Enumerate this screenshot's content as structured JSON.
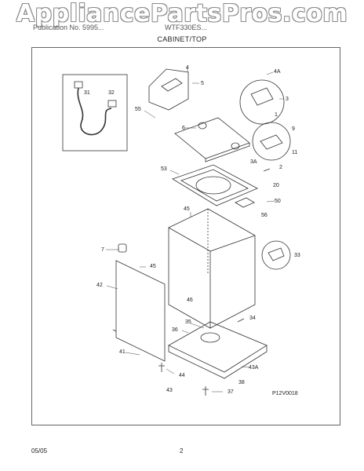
{
  "watermark": "AppliancePartsPros.com",
  "header": {
    "left": "Publication No. 5995...",
    "right": "WTF330ES...",
    "section": "CABINET/TOP"
  },
  "callouts": [
    "4",
    "5",
    "55",
    "6",
    "4A",
    "3",
    "1",
    "9",
    "11",
    "31",
    "32",
    "53",
    "3A",
    "2",
    "20",
    "50",
    "56",
    "45",
    "7",
    "45",
    "33",
    "42",
    "46",
    "35",
    "34",
    "36",
    "41",
    "44",
    "43A",
    "38",
    "43",
    "37"
  ],
  "figure_code": "P12V0018",
  "footer": {
    "date": "05/05",
    "page": "2"
  }
}
